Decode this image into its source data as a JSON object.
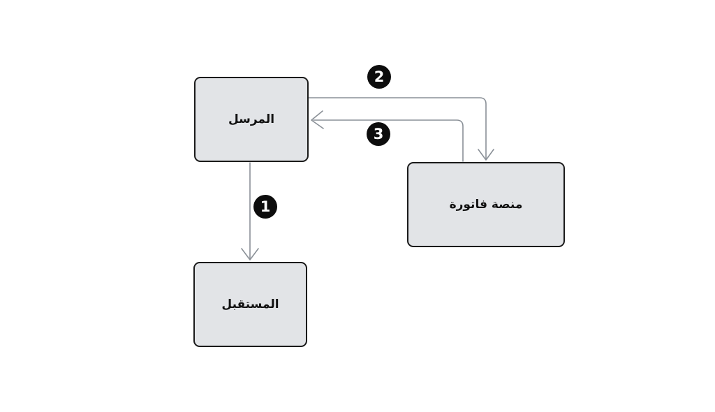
{
  "diagram": {
    "title": "invoice-platform-flow",
    "nodes": [
      {
        "id": "sender",
        "label": "المرسل"
      },
      {
        "id": "platform",
        "label": "منصة فاتورة"
      },
      {
        "id": "receiver",
        "label": "المستقبل"
      }
    ],
    "steps": [
      {
        "number": "1",
        "from": "sender",
        "to": "receiver"
      },
      {
        "number": "2",
        "from": "sender",
        "to": "platform"
      },
      {
        "number": "3",
        "from": "platform",
        "to": "sender"
      }
    ],
    "colors": {
      "node_fill": "#e2e4e7",
      "node_border": "#1a1a1a",
      "arrow": "#8a9097",
      "badge_bg": "#0d0d0d",
      "badge_text": "#ffffff",
      "background": "#ffffff",
      "label_color": "#111111"
    }
  }
}
